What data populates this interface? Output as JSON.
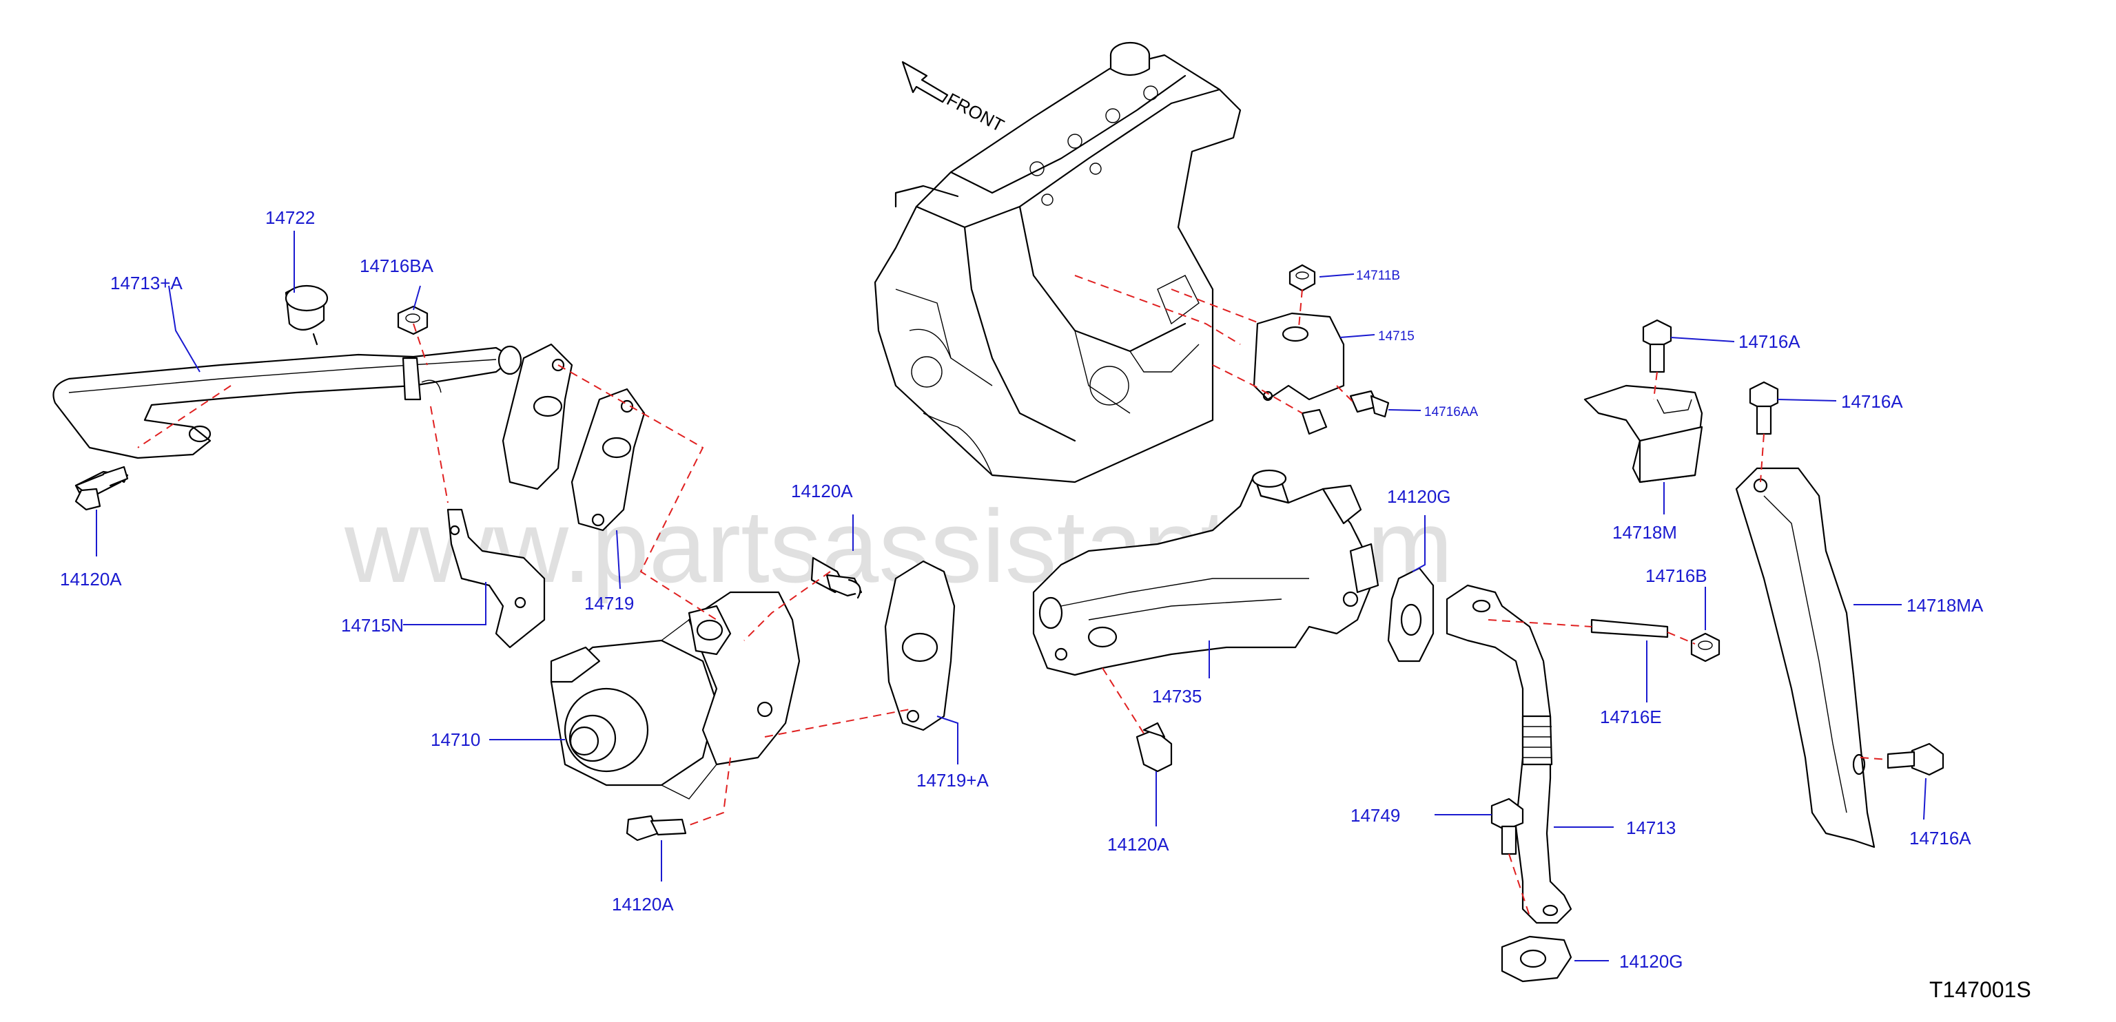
{
  "diagram": {
    "watermark": "www.partsassistant.com",
    "direction_label": "FRONT",
    "diagram_code": "T147001S",
    "labels": {
      "l_14722": "14722",
      "l_14713A": "14713+A",
      "l_14716BA": "14716BA",
      "l_14120A_left": "14120A",
      "l_14715N": "14715N",
      "l_14719": "14719",
      "l_14710": "14710",
      "l_14120A_mid": "14120A",
      "l_14120A_bottom": "14120A",
      "l_14719A": "14719+A",
      "l_14711B": "14711B",
      "l_14715": "14715",
      "l_14716AA": "14716AA",
      "l_14735": "14735",
      "l_14120G_top": "14120G",
      "l_14120A_center": "14120A",
      "l_14716A_top": "14716A",
      "l_14716A_second": "14716A",
      "l_14718M": "14718M",
      "l_14716B": "14716B",
      "l_14716E": "14716E",
      "l_14718MA": "14718MA",
      "l_14749": "14749",
      "l_14713": "14713",
      "l_14716A_bottom": "14716A",
      "l_14120G_bottom": "14120G"
    }
  }
}
